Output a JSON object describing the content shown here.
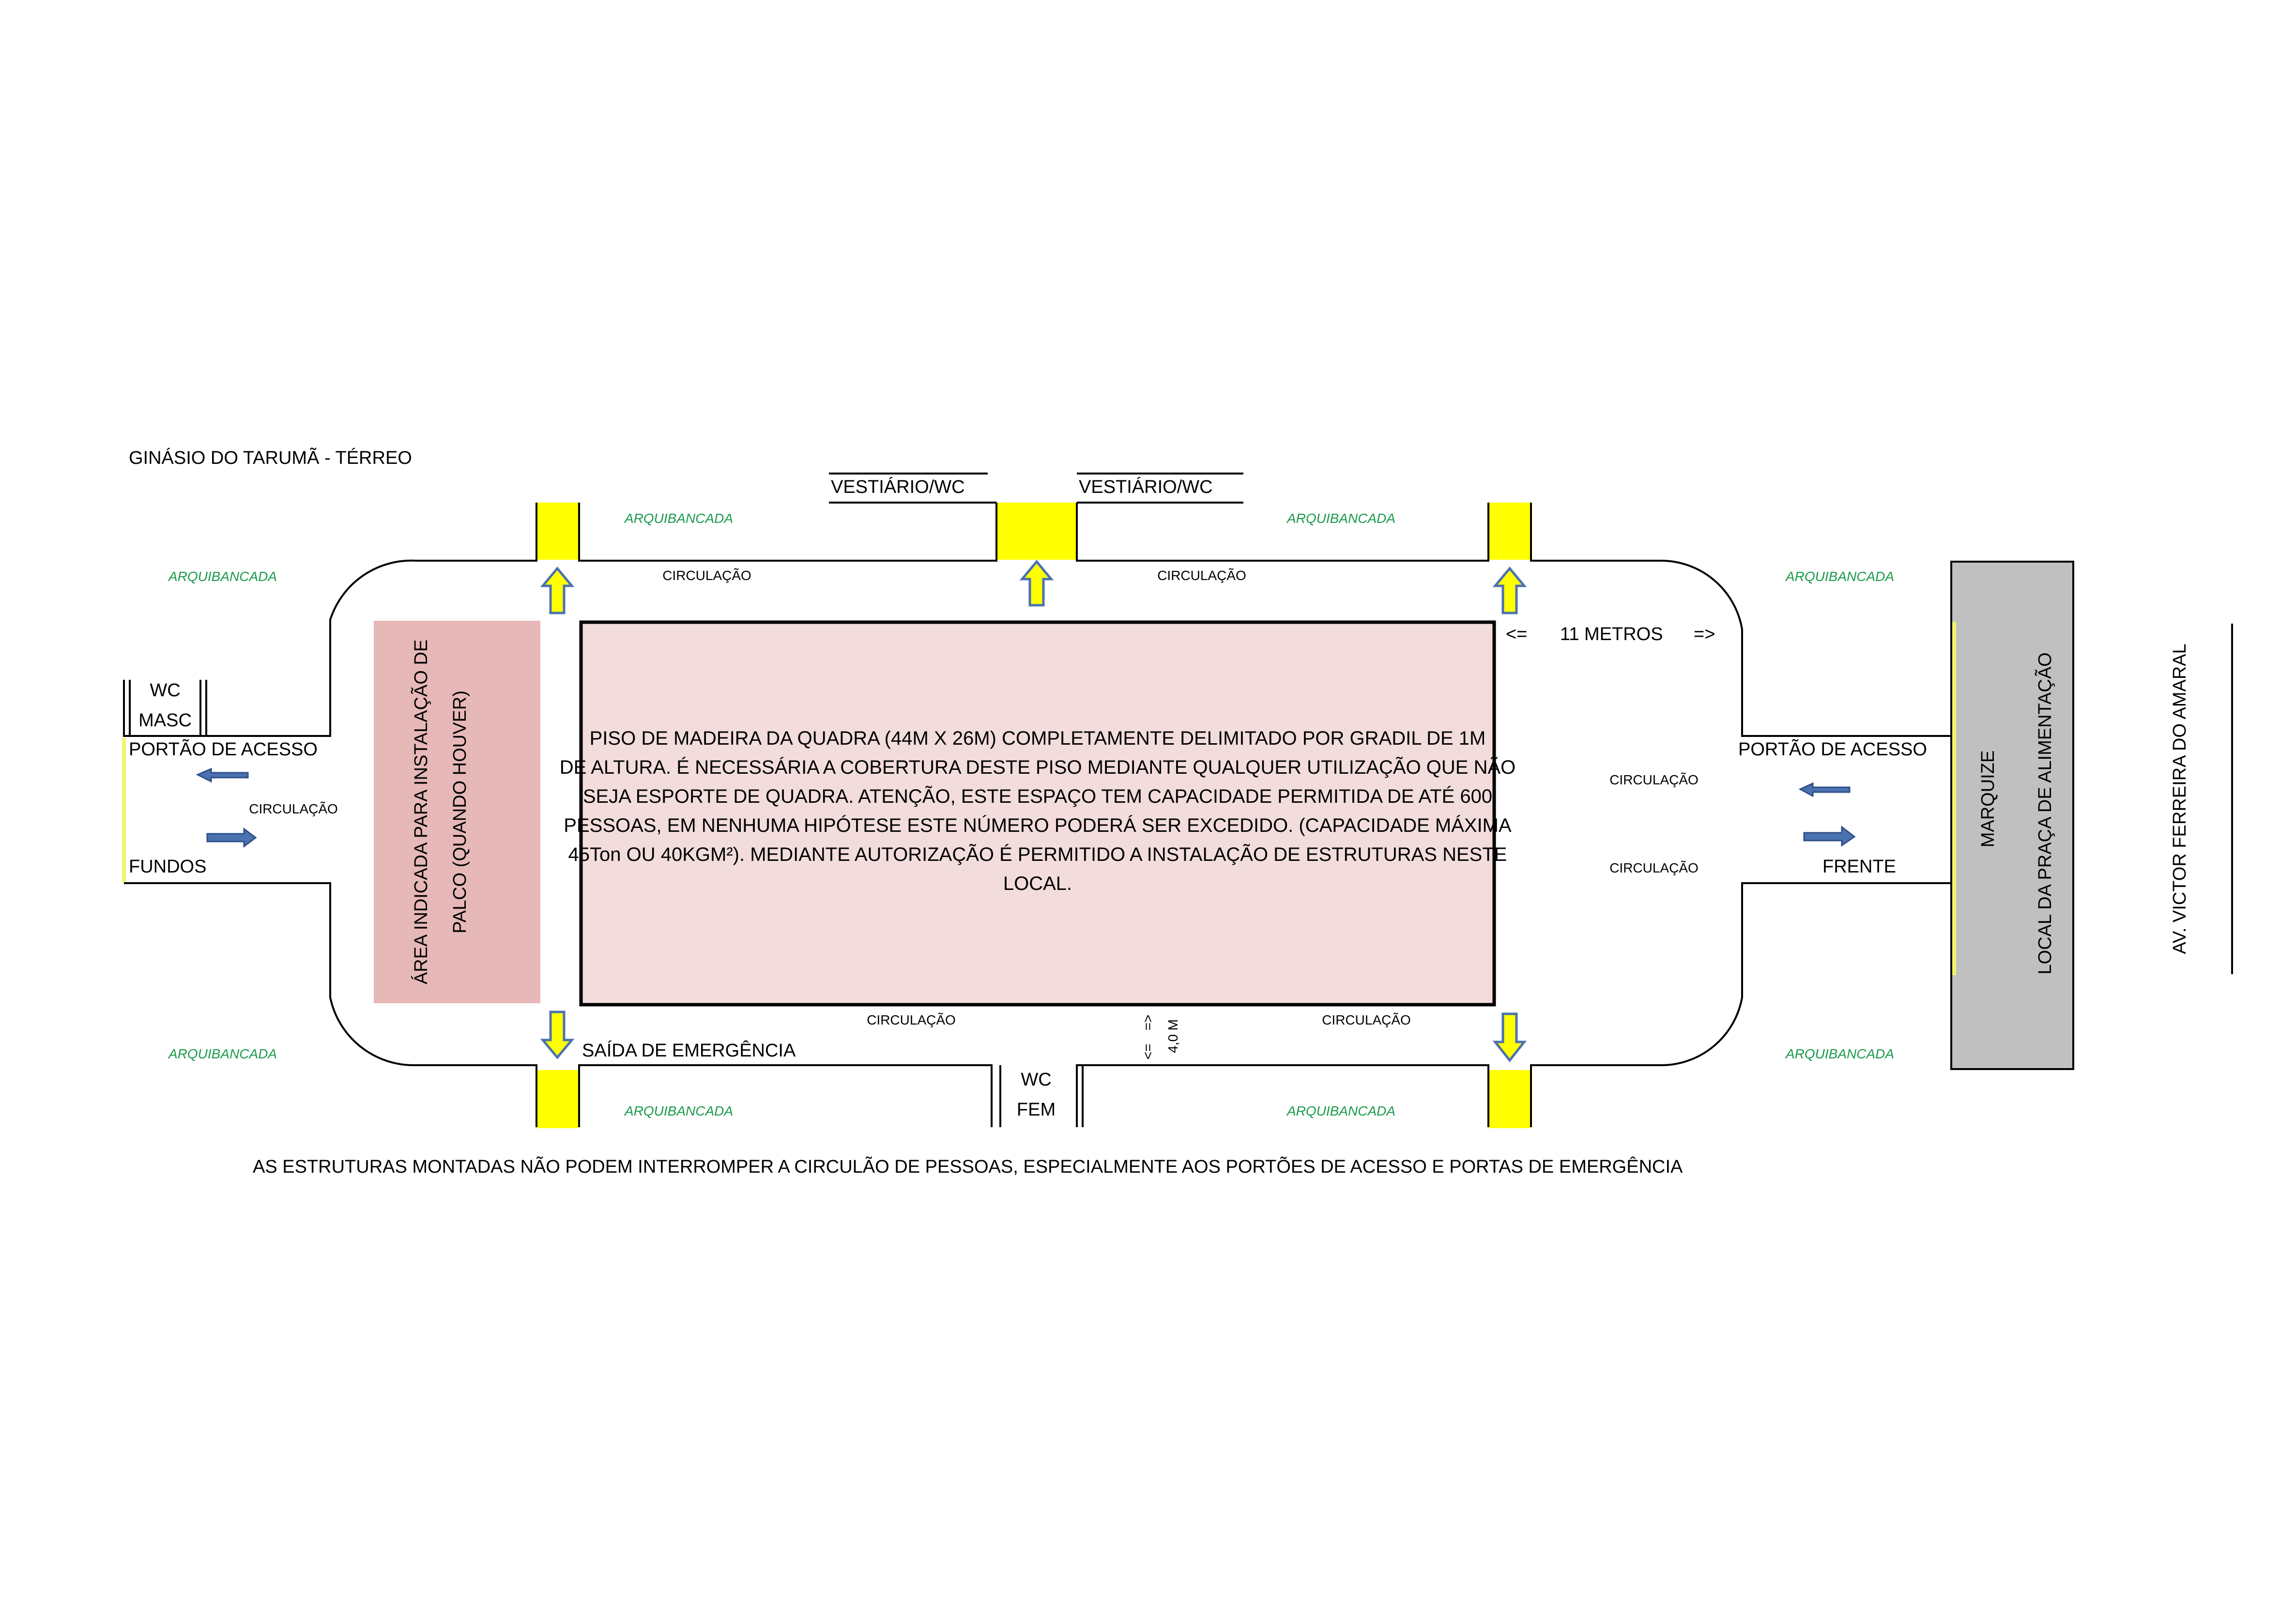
{
  "title": "GINÁSIO DO TARUMÃ - TÉRREO",
  "rooms": {
    "vestiario_left": "VESTIÁRIO/WC",
    "vestiario_right": "VESTIÁRIO/WC",
    "wc_masc": [
      "WC",
      "MASC"
    ],
    "wc_fem": [
      "WC",
      "FEM"
    ]
  },
  "labels": {
    "arquibancada": "ARQUIBANCADA",
    "circulacao": "CIRCULAÇÃO",
    "portao_acesso": "PORTÃO DE ACESSO",
    "fundos": "FUNDOS",
    "frente": "FRENTE",
    "saida_emergencia": "SAÍDA DE EMERGÊNCIA",
    "metros": "11 METROS",
    "metros_left_arrow": "<=",
    "metros_right_arrow": "=>",
    "width_4m": "4,0 M",
    "width_4m_top": "<=",
    "width_4m_bottom": "=>",
    "marquize": "MARQUIZE",
    "praca": "LOCAL DA PRAÇA DE ALIMENTAÇÃO",
    "avenida": "AV. VICTOR FERREIRA DO AMARAL"
  },
  "stage": {
    "lines": [
      "ÁREA INDICADA PARA INSTALAÇÃO DE",
      "PALCO (QUANDO HOUVER)"
    ]
  },
  "court": {
    "lines": [
      "PISO DE MADEIRA DA QUADRA (44M X 26M) COMPLETAMENTE DELIMITADO POR GRADIL DE 1M",
      "DE ALTURA. É NECESSÁRIA A COBERTURA DESTE PISO MEDIANTE QUALQUER UTILIZAÇÃO QUE NÃO",
      "SEJA ESPORTE DE QUADRA. ATENÇÃO, ESTE ESPAÇO TEM CAPACIDADE PERMITIDA DE ATÉ 600",
      "PESSOAS, EM NENHUMA HIPÓTESE ESTE NÚMERO PODERÁ SER EXCEDIDO. (CAPACIDADE MÁXIMA",
      "45Ton OU 40KGM²). MEDIANTE AUTORIZAÇÃO É PERMITIDO A INSTALAÇÃO DE ESTRUTURAS NESTE",
      "LOCAL."
    ]
  },
  "footer": "AS ESTRUTURAS MONTADAS NÃO PODEM INTERROMPER A CIRCULÃO DE PESSOAS, ESPECIALMENTE AOS PORTÕES DE ACESSO E PORTAS DE EMERGÊNCIA",
  "colors": {
    "court_fill": "#f2dcdc",
    "stage_fill": "#e6b8b8",
    "yellow": "#ffff00",
    "marquize_fill": "#c0c0c0",
    "arquibancada_text": "#1a9a4a",
    "arrow_blue": "#4a72b0"
  }
}
